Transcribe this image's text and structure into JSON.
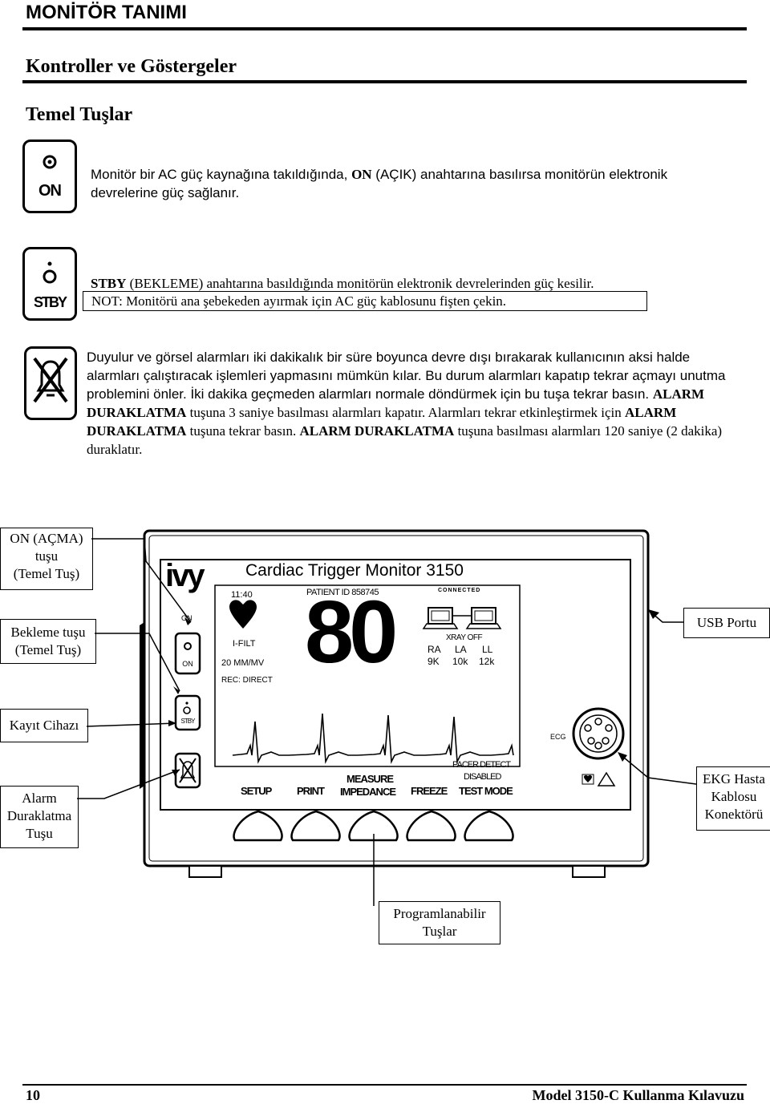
{
  "header": {
    "page_title": "MONİTÖR TANIMI",
    "section_title": "Kontroller ve Göstergeler",
    "subsection_title": "Temel Tuşlar"
  },
  "keys": {
    "on": {
      "icon_label": "ON",
      "desc_part1": "Monitör bir AC güç kaynağına takıldığında, ",
      "desc_bold": "ON",
      "desc_part2": " (AÇIK) anahtarına basılırsa monitörün elektronik devrelerine güç sağlanır."
    },
    "stby": {
      "icon_label": "STBY",
      "desc_bold": "STBY",
      "desc_part1": " (BEKLEME) anahtarına basıldığında monitörün elektronik devrelerinden güç kesilir.",
      "note": "NOT: Monitörü ana şebekeden ayırmak için AC güç kablosunu fişten çekin."
    },
    "alarm": {
      "text1": "Duyulur ve görsel alarmları iki dakikalık bir süre boyunca devre dışı bırakarak kullanıcının aksi halde alarmları çalıştıracak işlemleri yapmasını mümkün kılar. Bu durum alarmları kapatıp tekrar açmayı unutma problemini önler. İki dakika geçmeden alarmları normale döndürmek için bu tuşa tekrar basın. ",
      "bold1": "ALARM DURAKLATMA",
      "text2": " tuşuna 3 saniye basılması alarmları kapatır. Alarmları tekrar etkinleştirmek için ",
      "bold2": "ALARM DURAKLATMA",
      "text3": " tuşuna tekrar basın. ",
      "bold3": "ALARM DURAKLATMA",
      "text4": " tuşuna basılması alarmları 120 saniye (2 dakika) duraklatır."
    }
  },
  "monitor": {
    "brand": "ivy",
    "model_title": "Cardiac Trigger Monitor 3150",
    "time": "11:40",
    "patient_id": "PATIENT ID 858745",
    "connected": "CONNECTED",
    "heart_rate": "80",
    "filter": "I-FILT",
    "scale": "20 MM/MV",
    "rec_mode": "REC: DIRECT",
    "xray": "XRAY OFF",
    "leads": [
      "RA",
      "LA",
      "LL"
    ],
    "lead_values": [
      "9K",
      "10k",
      "12k"
    ],
    "side_on_label": "ON",
    "on_button_label": "ON",
    "stby_button_label": "STBY",
    "ecg_label": "ECG",
    "softkeys": [
      {
        "line1": "",
        "line2": "SETUP"
      },
      {
        "line1": "",
        "line2": "PRINT"
      },
      {
        "line1": "MEASURE",
        "line2": "IMPEDANCE"
      },
      {
        "line1": "",
        "line2": "FREEZE"
      },
      {
        "line1": "PACER DETECT",
        "line1b": "DISABLED",
        "line2": "TEST MODE"
      }
    ]
  },
  "callouts": {
    "on_key": [
      "ON (AÇMA)",
      "tuşu",
      "(Temel Tuş)"
    ],
    "standby_key": [
      "Bekleme tuşu",
      "(Temel Tuş)"
    ],
    "recorder": [
      "Kayıt Cihazı"
    ],
    "alarm_pause": [
      "Alarm",
      "Duraklatma",
      "Tuşu"
    ],
    "usb": [
      "USB Portu"
    ],
    "ecg_connector": [
      "EKG Hasta",
      "Kablosu",
      "Konektörü"
    ],
    "programmable": [
      "Programlanabilir",
      "Tuşlar"
    ]
  },
  "footer": {
    "page_number": "10",
    "manual_title": "Model 3150-C Kullanma Kılavuzu"
  }
}
